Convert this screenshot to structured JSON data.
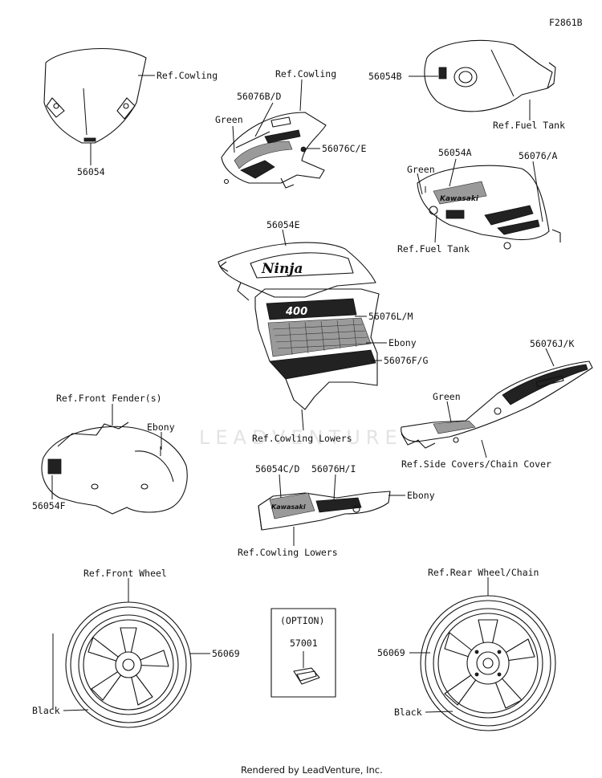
{
  "figure_code": "F2861B",
  "watermark": "LEADVENTURE",
  "footer": "Rendered by LeadVenture, Inc.",
  "callouts": {
    "windshield_part": "56054",
    "windshield_ref": "Ref.Cowling",
    "upper_cowl_part": "56076B/D",
    "upper_cowl_ref": "Ref.Cowling",
    "upper_cowl_green": "Green",
    "upper_cowl_part2": "56076C/E",
    "tank_top_part": "56054B",
    "tank_top_ref": "Ref.Fuel Tank",
    "tank_side_part1": "56054A",
    "tank_side_part2": "56076/A",
    "tank_side_green": "Green",
    "tank_side_ref": "Ref.Fuel Tank",
    "fairing_top_part": "56054E",
    "fairing_part_lm": "56076L/M",
    "fairing_ebony": "Ebony",
    "fairing_part_fg": "56076F/G",
    "fairing_ref": "Ref.Cowling Lowers",
    "fender_ref": "Ref.Front Fender(s)",
    "fender_ebony": "Ebony",
    "fender_part": "56054F",
    "tail_part": "56076J/K",
    "tail_green": "Green",
    "tail_ref": "Ref.Side Covers/Chain Cover",
    "lower_part1": "56054C/D",
    "lower_part2": "56076H/I",
    "lower_ebony": "Ebony",
    "lower_ref": "Ref.Cowling Lowers",
    "front_wheel_ref": "Ref.Front Wheel",
    "front_wheel_part": "56069",
    "front_wheel_black": "Black",
    "option_label": "(OPTION)",
    "option_part": "57001",
    "rear_wheel_ref": "Ref.Rear Wheel/Chain",
    "rear_wheel_part": "56069",
    "rear_wheel_black": "Black"
  },
  "decal_text": {
    "tank_brand": "Kawasaki",
    "fairing_model": "Ninja",
    "fairing_number": "400",
    "lower_brand": "Kawasaki"
  },
  "colors": {
    "line": "#111111",
    "decal_dark": "#222222",
    "decal_grey": "#9a9a9a",
    "watermark": "#e3e3e3"
  }
}
